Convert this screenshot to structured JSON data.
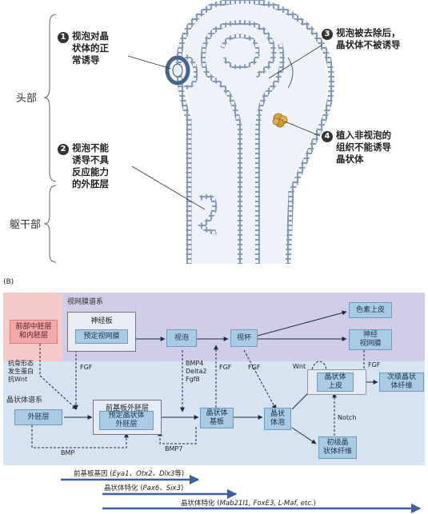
{
  "panel_a": {
    "side_labels": {
      "head": "头部",
      "trunk": "躯干部"
    },
    "callouts": [
      {
        "num": "1",
        "text": [
          "视泡对晶",
          "状体的正",
          "常诱导"
        ]
      },
      {
        "num": "2",
        "text": [
          "视泡不能",
          "诱导不具",
          "反应能力",
          "的外胚层"
        ]
      },
      {
        "num": "3",
        "text": [
          "视泡被去除后，",
          "晶状体不被诱导"
        ]
      },
      {
        "num": "4",
        "text": [
          "植入非视泡的",
          "组织不能诱导",
          "晶状体"
        ]
      }
    ]
  },
  "panel_b": {
    "label": "(B)",
    "lineages": {
      "retina": "视网膜谱系",
      "lens": "晶状体谱系"
    },
    "boxes": {
      "anterior": [
        "前部中胚层",
        "和内胚层"
      ],
      "neural_plate": "神经板",
      "presumptive_retina": "预定视网膜",
      "optic_vesicle": "视泡",
      "optic_cup": "视杯",
      "pigment_epithelium": "色素上皮",
      "neural_retina": [
        "神经",
        "视网膜"
      ],
      "ectoderm": "外胚层",
      "preplacodal": "前基板外胚层",
      "presumptive_lens": [
        "预定晶状体",
        "外胚层"
      ],
      "lens_placode": [
        "晶状体",
        "基板"
      ],
      "lens_vesicle": [
        "晶状",
        "体泡"
      ],
      "lens_epithelium": [
        "晶状体",
        "上皮"
      ],
      "secondary_fibers": [
        "次级晶状",
        "体纤维"
      ],
      "primary_fibers": [
        "初级晶",
        "状体纤维"
      ]
    },
    "signals": {
      "antag": [
        "抗骨形态",
        "发生蛋白",
        "抗Wnt"
      ],
      "fgf1": "FGF",
      "bmp4": [
        "BMP4",
        "Delta2",
        "Fgf8"
      ],
      "fgf2": "FGF",
      "fgf3": "FGF",
      "fgf4": "FGF",
      "wnt": "Wnt",
      "notch": "Notch",
      "bmp": "BMP",
      "bmp7": "BMP7"
    },
    "gene_bars": [
      {
        "prefix": "前基板基因 (",
        "genes": "Eya1、Otx2、Dlx3",
        "suffix": "等)"
      },
      {
        "prefix": "晶状体特化 (",
        "genes": "Pax6、Six3",
        "suffix": ")"
      },
      {
        "prefix": "晶状体特化 (",
        "genes": "Mab21l1, FoxE3, L-Maf, etc.",
        "suffix": ")"
      }
    ],
    "colors": {
      "retina_bg": "#cfcde8",
      "lens_bg": "#d6e3f1",
      "pink_bg": "#f6c9c9",
      "box": "#a9cbe4",
      "arrow": "#3d5fa0"
    }
  }
}
